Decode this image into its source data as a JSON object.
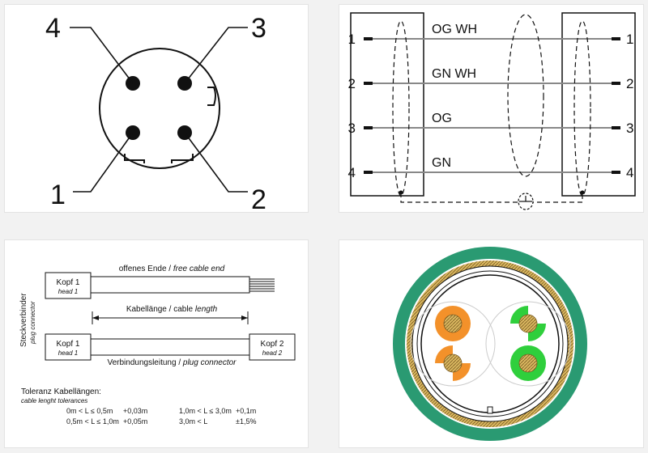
{
  "pinout": {
    "pin_labels": [
      "4",
      "3",
      "1",
      "2"
    ]
  },
  "wiring": {
    "left_pins": [
      "1",
      "2",
      "3",
      "4"
    ],
    "right_pins": [
      "1",
      "2",
      "3",
      "4"
    ],
    "wire_labels": [
      "OG WH",
      "GN WH",
      "OG",
      "GN"
    ],
    "wire_color": "#888888"
  },
  "assembly": {
    "side_label_de": "Steckverbinder",
    "side_label_en": "plug connector",
    "head1_de": "Kopf 1",
    "head1_en": "head 1",
    "head1b_de": "Kopf 1",
    "head1b_en": "head 1",
    "head2_de": "Kopf 2",
    "head2_en": "head 2",
    "free_end_de": "offenes Ende /",
    "free_end_en": "free cable end",
    "length_de": "Kabellänge / cable",
    "length_en": "length",
    "connection_de": "Verbindungsleitung /",
    "connection_en": "plug connector",
    "tolerance_title": "Toleranz Kabellängen:",
    "tolerance_subtitle": "cable lenght tolerances",
    "tolerances": [
      {
        "range": "0m < L ≤ 0,5m",
        "value": "+0,03m"
      },
      {
        "range": "0,5m < L ≤ 1,0m",
        "value": "+0,05m"
      },
      {
        "range": "1,0m < L ≤ 3,0m",
        "value": "+0,1m"
      },
      {
        "range": "3,0m < L",
        "value": "±1,5%"
      }
    ]
  },
  "cross_section": {
    "sheath_color": "#2a9a72",
    "shield_color": "#c8a248",
    "orange_color": "#f3912a",
    "green_color": "#2fcf3c",
    "white_color": "#ffffff"
  }
}
